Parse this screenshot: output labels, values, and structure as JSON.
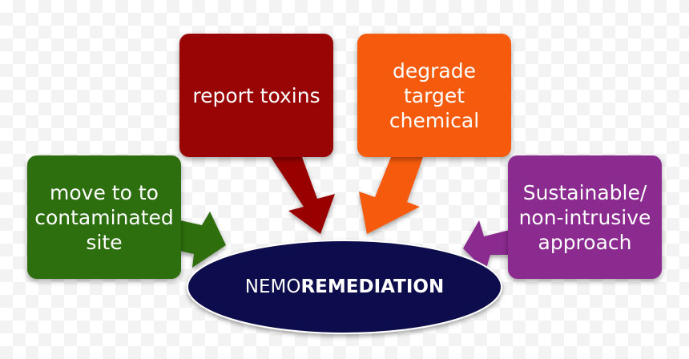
{
  "diagram": {
    "center": {
      "prefix": "NEMO",
      "emphasis": "REMEDIATION",
      "color": "#0a0a4d"
    },
    "boxes": [
      {
        "id": "move",
        "lines": [
          "move to to",
          "contaminated",
          "site"
        ],
        "color": "#2d6e0f"
      },
      {
        "id": "report",
        "lines": [
          "report toxins"
        ],
        "color": "#990505"
      },
      {
        "id": "degrade",
        "lines": [
          "degrade",
          "target",
          "chemical"
        ],
        "color": "#f65a0c"
      },
      {
        "id": "sustain",
        "lines": [
          "Sustainable/",
          "non-intrusive",
          "approach"
        ],
        "color": "#8b2a8f"
      }
    ]
  }
}
